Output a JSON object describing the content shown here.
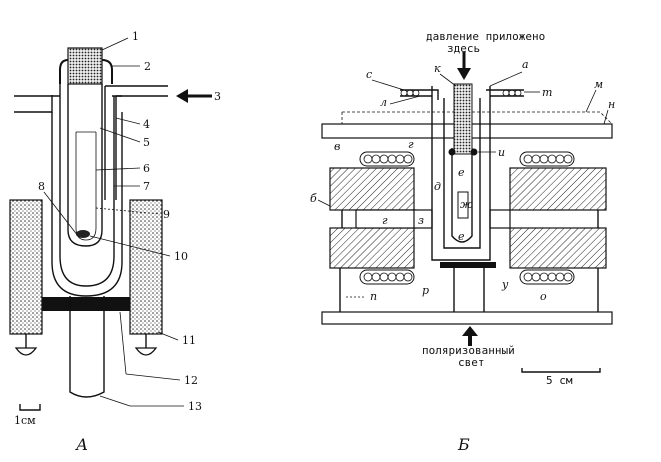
{
  "panel_a": {
    "title": "А",
    "scale_label": "1см",
    "callouts": [
      "1",
      "2",
      "3",
      "4",
      "5",
      "6",
      "7",
      "8",
      "9",
      "10",
      "11",
      "12",
      "13"
    ]
  },
  "panel_b": {
    "title": "Б",
    "top_caption_line1": "давление приложено",
    "top_caption_line2": "здесь",
    "bottom_caption_line1": "поляризованный",
    "bottom_caption_line2": "свет",
    "scale_label": "5 см",
    "letters": {
      "a": "а",
      "b": "б",
      "v": "в",
      "g_upper": "г",
      "g_lower": "г",
      "d": "д",
      "e_upper": "е",
      "e_lower": "е",
      "zh": "ж",
      "z": "з",
      "i": "и",
      "k": "к",
      "l": "л",
      "m": "м",
      "n": "н",
      "o": "о",
      "p": "п",
      "r": "р",
      "s": "с",
      "t": "т",
      "u": "у"
    }
  }
}
